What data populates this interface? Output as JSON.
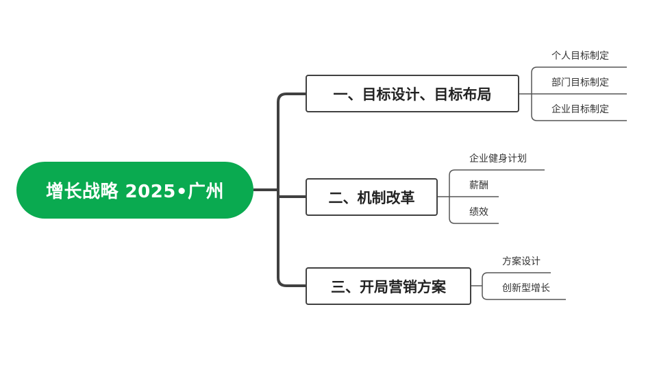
{
  "root": {
    "label": "增长战略 2025•广州"
  },
  "branches": [
    {
      "label": "一、目标设计、目标布局",
      "leaves": [
        "个人目标制定",
        "部门目标制定",
        "企业目标制定"
      ]
    },
    {
      "label": "二、机制改革",
      "leaves": [
        "企业健身计划",
        "薪酬",
        "绩效"
      ]
    },
    {
      "label": "三、开局营销方案",
      "leaves": [
        "方案设计",
        "创新型增长"
      ]
    }
  ],
  "colors": {
    "root": "#0aaa50",
    "line": "#404040",
    "leaf_line": "#555555"
  }
}
